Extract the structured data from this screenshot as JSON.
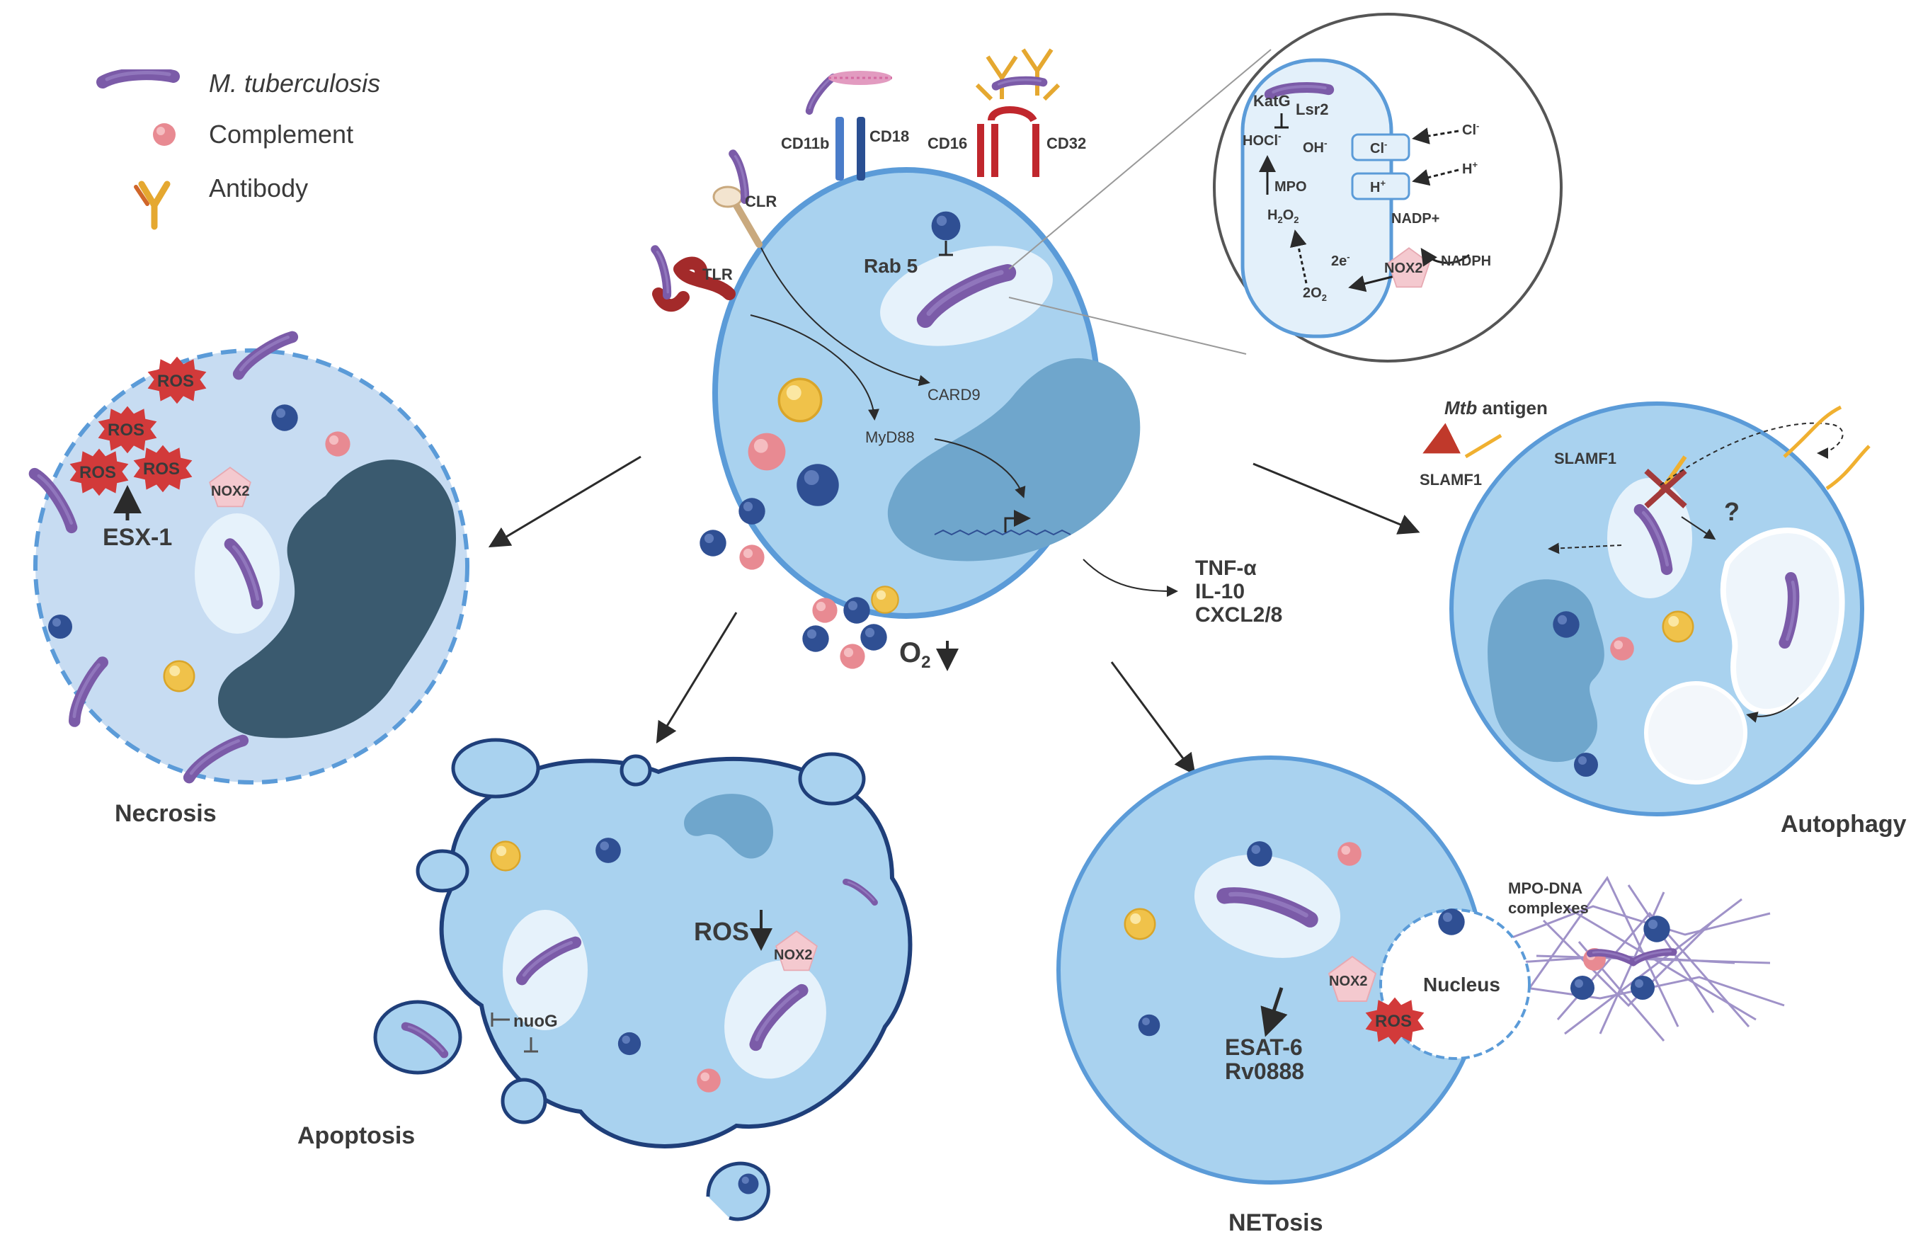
{
  "legend": {
    "mtb": "M. tuberculosis",
    "complement": "Complement",
    "antibody": "Antibody"
  },
  "receptors": {
    "cd11b": "CD11b",
    "cd18": "CD18",
    "cd16": "CD16",
    "cd32": "CD32",
    "clr": "CLR",
    "tlr": "TLR"
  },
  "central": {
    "rab5": "Rab 5",
    "card9": "CARD9",
    "myd88": "MyD88",
    "o2": "O",
    "o2_sub": "2",
    "cytokine_1": "TNF-α",
    "cytokine_2": "IL-10",
    "cytokine_3": "CXCL2/8"
  },
  "inset": {
    "katg": "KatG",
    "lsr2": "Lsr2",
    "hocl": "HOCl",
    "hocl_sup": "-",
    "oh": "OH",
    "oh_sup": "-",
    "mpo": "MPO",
    "h2o2_h": "H",
    "h2o2_2a": "2",
    "h2o2_o": "O",
    "h2o2_2b": "2",
    "o2_coef": "2O",
    "o2_sub": "2",
    "e2": "2e",
    "e2_sup": "-",
    "cl_channel": "Cl",
    "cl_channel_sup": "-",
    "cl_out": "Cl",
    "cl_out_sup": "-",
    "h_channel": "H",
    "h_channel_sup": "+",
    "h_out": "H",
    "h_out_sup": "+",
    "nadp": "NADP+",
    "nadph": "NADPH",
    "nox2": "NOX2"
  },
  "necrosis": {
    "title": "Necrosis",
    "ros_1": "ROS",
    "ros_2": "ROS",
    "ros_3": "ROS",
    "ros_4": "ROS",
    "esx1": "ESX-1",
    "nox2": "NOX2"
  },
  "apoptosis": {
    "title": "Apoptosis",
    "ros": "ROS",
    "nox2": "NOX2",
    "nuog": "nuoG"
  },
  "netosis": {
    "title": "NETosis",
    "nox2": "NOX2",
    "ros": "ROS",
    "nucleus": "Nucleus",
    "esat6": "ESAT-6",
    "rv0888": "Rv0888",
    "mpo_dna_1": "MPO-DNA",
    "mpo_dna_2": "complexes"
  },
  "autophagy": {
    "title": "Autophagy",
    "mtb_antigen_prefix": "Mtb",
    "mtb_antigen_suffix": " antigen",
    "slamf1_out": "SLAMF1",
    "slamf1_in": "SLAMF1",
    "question": "?"
  },
  "colors": {
    "cell_fill": "#a9d2ef",
    "cell_stroke": "#5b9bd8",
    "nucleus": "#6fa6cc",
    "bacterium": "#7b5ba8",
    "complement": "#e88a92",
    "granule_blue": "#2f4f93",
    "granule_yellow": "#f0c24a",
    "ros": "#d23a3a"
  }
}
